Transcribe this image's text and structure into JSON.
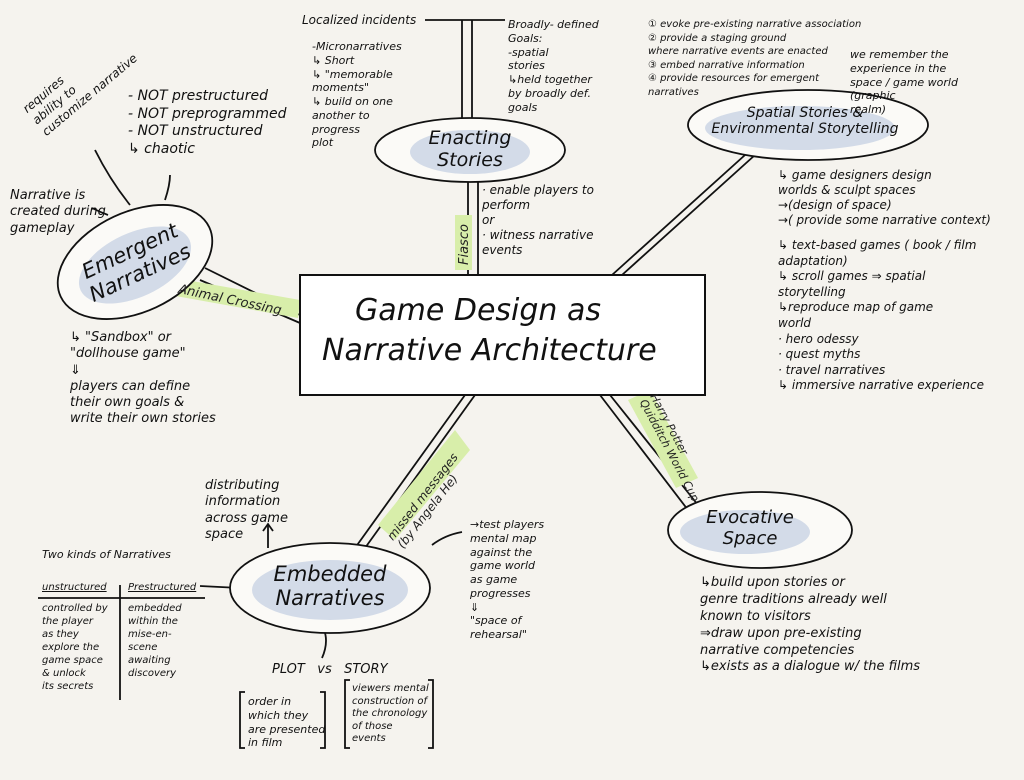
{
  "title": {
    "line1": "Game Design as",
    "line2": "Narrative Architecture"
  },
  "nodes": {
    "emergent": "Emergent\nNarratives",
    "enacting": "Enacting\nStories",
    "spatial": "Spatial Stories &\nEnvironmental Storytelling",
    "embedded": "Embedded\nNarratives",
    "evocative": "Evocative\nSpace"
  },
  "bridges": {
    "animal_crossing": "Animal Crossing",
    "fiasco": "Fiasco",
    "missed_messages": "missed messages\n(by Angela He)",
    "harry_potter": "Harry Potter\nQuidditch World Cup"
  },
  "notes": {
    "requires_ability": "requires\nability to\ncustomize narrative",
    "not_list": "- NOT prestructured\n- NOT preprogrammed\n- NOT unstructured\n  ↳ chaotic",
    "narrative_created": "Narrative is\ncreated during\ngameplay",
    "sandbox": "↳ \"Sandbox\" or\n\"dollhouse game\"\n⇓\nplayers can define\ntheir own goals &\nwrite their own stories",
    "localized_incidents": "Localized incidents",
    "micronarratives": "-Micronarratives\n  ↳ Short\n  ↳ \"memorable\n     moments\"\n  ↳ build on one\n     another to\n     progress\n     plot",
    "broadly_defined": "Broadly- defined\nGoals:\n -spatial\n  stories\n ↳held together\n   by broadly def.\n   goals",
    "enable_players": "· enable players to\n   perform\n      or\n· witness narrative\n   events",
    "numbered_list": "① evoke pre-existing narrative association\n② provide a staging ground\n    where narrative events are enacted\n③ embed narrative information\n④ provide resources for emergent\n    narratives",
    "we_remember": "we remember the\nexperience in the\nspace / game world\n        (graphic\n         realm)",
    "game_designers": "↳ game designers design\n   worlds & sculpt spaces\n  →(design of space)\n  →( provide some narrative context)",
    "text_based": "↳ text-based games ( book / film\n                             adaptation)\n↳ scroll games ⇒ spatial\n      storytelling\n       ↳reproduce map of game\n          world\n        · hero odessy\n        · quest myths\n        · travel narratives\n↳ immersive narrative experience",
    "distributing": "distributing\ninformation\nacross game\nspace",
    "two_kinds": "Two kinds of Narratives",
    "unstructured": "unstructured",
    "prestructured": "Prestructured",
    "unstructured_desc": "controlled by\nthe player\nas they\nexplore the\ngame space\n& unlock\nits secrets",
    "prestructured_desc": "embedded\nwithin the\nmise-en-\nscene\nawaiting\ndiscovery",
    "plot_vs_story": "PLOT   vs   STORY",
    "plot_desc": "order in\nwhich they\nare presented\nin film",
    "story_desc": "viewers mental\nconstruction of\nthe chronology\nof those\nevents",
    "test_players": "→test players\n  mental map\n  against the\n  game world\n  as game\n  progresses\n      ⇓\n  \"space of\n  rehearsal\"",
    "evocative_desc": "↳build upon stories or\n  genre traditions already well\n  known to visitors\n      ⇒draw upon pre-existing\n         narrative competencies\n↳exists as a dialogue w/ the films"
  },
  "colors": {
    "node_fill": "#d3dbe8",
    "bridge_fill": "#d8eeaa",
    "ink": "#111111",
    "paper": "#f5f3ee"
  }
}
